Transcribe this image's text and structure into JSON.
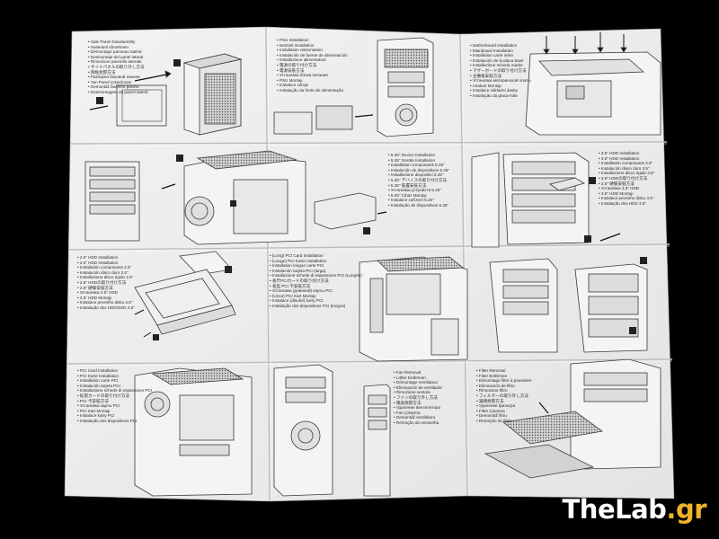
{
  "watermark": {
    "part1": "TheLab",
    "part2": ".gr"
  },
  "colors": {
    "background": "#000000",
    "paper": "#ededed",
    "ink": "#3a3a3a",
    "watermark_accent": "#f0b428"
  },
  "panels": [
    {
      "id": "side-panel",
      "lines": [
        "• Side Panel Disassembly",
        "• Seitenteil Abnehmen",
        "• Démontage panneau latéral",
        "• Desmontaje del panel lateral",
        "• Rimozione pannello laterale",
        "• サイドパネルの取り外し方法",
        "• 側板拆卸方法",
        "• Разборка боковой панели",
        "• Yan Panel Çıkarılması",
        "• Demontáž bočního panelu",
        "• Desmontagem do painel lateral"
      ]
    },
    {
      "id": "psu",
      "lines": [
        "• PSU Installation",
        "• Netzteil Installation",
        "• Installation alimentation",
        "• Instalación de fuente de alimentación",
        "• Installazione alimentatore",
        "• 電源の取り付け方法",
        "• 電源安裝方法",
        "• Установка блока питания",
        "• PSU Montajı",
        "• Instalace zdroje",
        "• Instalação da fonte de alimentação"
      ]
    },
    {
      "id": "motherboard",
      "lines": [
        "• Motherboard Installation",
        "• Mainboard Installation",
        "• Installation carte mère",
        "• Instalación de la placa base",
        "• Installazione scheda madre",
        "• マザーボードの取り付け方法",
        "• 主機板安裝方法",
        "• Установка материнской платы",
        "• Anakart Montajı",
        "• Instalace základní desky",
        "• Instalação da placa-mãe"
      ]
    },
    {
      "id": "525-device",
      "lines": [
        "• 5.25\" Device Installation",
        "• 5.25\" Geräte Installation",
        "• Installation composants 5.25\"",
        "• Instalación de dispositivos 5.25\"",
        "• Installazione dispositivi 5.25\"",
        "• 5.25\" デバイスの取り付け方法",
        "• 5.25\" 裝置安裝方法",
        "• Установка устройств 5.25\"",
        "• 5.25\" Cihaz Montajı",
        "• Instalace zařízení 5.25\"",
        "• Instalação de dispositivos 5.25\""
      ]
    },
    {
      "id": "35-hdd",
      "lines": [
        "• 3.5\" HDD Installation",
        "• 3.5\" HDD Installation",
        "• Installation composants 3.5\"",
        "• Instalación disco duro 3.5\"",
        "• Installazione disco rigido 3.5\"",
        "• 3.5\" HDDの取り付け方法",
        "• 3.5\" 硬碟安裝方法",
        "• Установка 3.5\" HDD",
        "• 3.5\" HDD Montajı",
        "• Instalace pevného disku 3.5\"",
        "• Instalação dos HDD 3.5\""
      ]
    },
    {
      "id": "25-hdd",
      "lines": [
        "• 2.5\" HDD Installation",
        "• 2.5\" HDD Installation",
        "• Installation composants 2.5\"",
        "• Instalación disco duro 2.5\"",
        "• Installazione disco rigido 2.5\"",
        "• 2.5\" HDDの取り付け方法",
        "• 2.5\" 硬碟安裝方法",
        "• Установка 2.5\" HDD",
        "• 2.5\" HDD Montajı",
        "• Instalace pevného disku 2.5\"",
        "• Instalação dos HDD/SSD 2.5\""
      ]
    },
    {
      "id": "long-pci",
      "lines": [
        "• (Long) PCI Card Installation",
        "• (Lange) PCI Karte Installation",
        "• Installation longue carte PCI",
        "• Instalación tarjeta PCI (larga)",
        "• Installazione schede di espansione PCI (Lunghe)",
        "• 長尺PCIカードの取り付け方法",
        "• 長型 PCI 卡安裝方法",
        "• Установка (длинной) карты PCI",
        "• (Uzun) PCI Kart Montajı",
        "• Instalace (dlouhé) karty PCI",
        "• Instalação dos dispositivos PCI (longos)"
      ]
    },
    {
      "id": "pci",
      "lines": [
        "• PCI Card Installation",
        "• PCI Karte Installation",
        "• Installation carte PCI",
        "• Instalación tarjeta PCI",
        "• Installazione schede di espansione PCI",
        "• 拡張カードの取り付け方法",
        "• PCI 卡安裝方法",
        "• Установка карты PCI",
        "• PCI Kart Montajı",
        "• Instalace karty PCI",
        "• Instalação dos dispositivos PCI"
      ]
    },
    {
      "id": "fan-removal",
      "lines": [
        "• Fan Removal",
        "• Lüfter Entfernen",
        "• Démontage ventilateur",
        "• Eliminación de ventilador",
        "• Rimozione ventola",
        "• ファンの取り外し方法",
        "• 風扇拆卸方法",
        "• Удаление вентилятора",
        "• Fan Çıkarma",
        "• Demontáž ventilátoru",
        "• Remoção da ventoinha"
      ]
    },
    {
      "id": "filter-removal",
      "lines": [
        "• Filter Removal",
        "• Filter Entfernen",
        "• Démontage filtre à poussière",
        "• Eliminación de filtro",
        "• Rimozione filtro",
        "• フィルターの取り外し方法",
        "• 濾網拆卸方法",
        "• Удаление фильтра",
        "• Filtre Çıkarma",
        "• Demontáž filtru",
        "• Remoção do filtro"
      ]
    }
  ]
}
